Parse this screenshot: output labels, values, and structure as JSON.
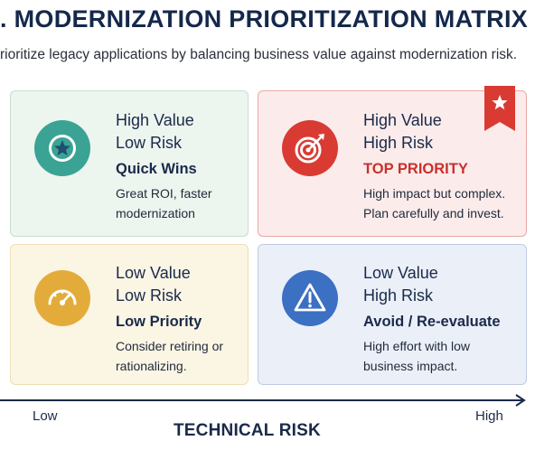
{
  "title": ". MODERNIZATION PRIORITIZATION MATRIX",
  "subtitle": "rioritize legacy applications by balancing business value against modernization risk.",
  "quadrants": {
    "top_left": {
      "line1": "High Value",
      "line2": "Low Risk",
      "label": "Quick Wins",
      "description": "Great ROI, faster\nmodernization",
      "icon": "star-icon",
      "color": "#3aa394"
    },
    "top_right": {
      "line1": "High Value",
      "line2": "High Risk",
      "label": "TOP PRIORITY",
      "description": "High impact but complex.\nPlan carefully and invest.",
      "icon": "target-icon",
      "color": "#d93b33",
      "badge_icon": "bookmark-star-icon"
    },
    "bottom_left": {
      "line1": "Low Value",
      "line2": "Low Risk",
      "label": "Low Priority",
      "description": "Consider retiring or\nrationalizing.",
      "icon": "gauge-icon",
      "color": "#e3ac3a"
    },
    "bottom_right": {
      "line1": "Low Value",
      "line2": "High Risk",
      "label": "Avoid / Re-evaluate",
      "description": "High effort with low\nbusiness impact.",
      "icon": "warning-icon",
      "color": "#3c70c2"
    }
  },
  "axis": {
    "title": "TECHNICAL RISK",
    "low": "Low",
    "high": "High"
  }
}
